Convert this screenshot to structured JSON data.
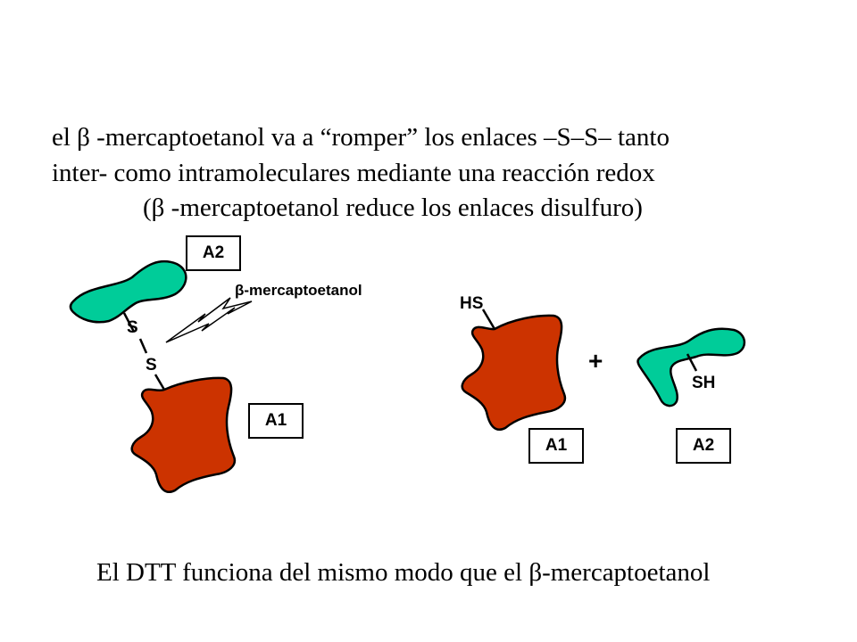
{
  "intro": {
    "line1": "el β -mercaptoetanol va a “romper” los enlaces –S–S– tanto",
    "line2": "inter- como intramoleculares mediante una reacción redox",
    "line3": "(β -mercaptoetanol reduce los enlaces disulfuro)"
  },
  "left": {
    "label_a2": "A2",
    "label_a1": "A1",
    "sulfur_top": "S",
    "sulfur_bottom": "S",
    "reagent": "β-mercaptoetanol"
  },
  "right": {
    "hs": "HS",
    "plus": "+",
    "sh": "SH",
    "label_a1": "A1",
    "label_a2": "A2"
  },
  "footer": "El DTT funciona del mismo modo que el β-mercaptoetanol",
  "colors": {
    "a1_fill": "#CC3300",
    "a2_fill": "#00CC99",
    "outline": "#000000"
  }
}
